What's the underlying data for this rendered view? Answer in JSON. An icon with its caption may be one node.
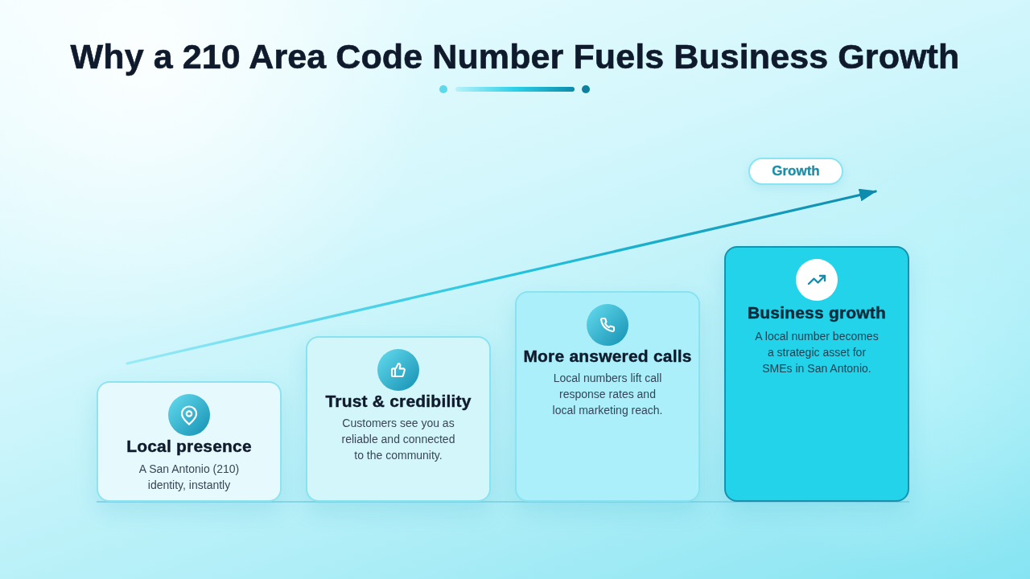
{
  "diagram": {
    "title": "Why a 210 Area Code Number Fuels Business Growth",
    "nodes": [
      {
        "text": [
          "Local presence",
          "A San Antonio (210) identity, instantly"
        ]
      },
      {
        "text": [
          "Trust & credibility",
          "Customers see you as reliable and connected to the community."
        ]
      },
      {
        "text": [
          "More answered calls",
          "Local numbers lift call response rates and local marketing reach."
        ]
      },
      {
        "text": [
          "Business growth",
          "A local number becomes a strategic asset for SMEs in San Antonio."
        ]
      },
      {
        "text": [
          "Growth"
        ]
      }
    ]
  }
}
